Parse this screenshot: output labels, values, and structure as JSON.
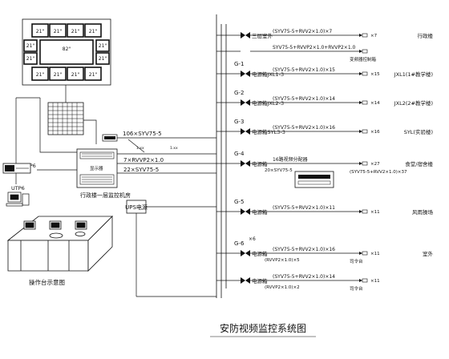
{
  "title": "安防视频监控系统图",
  "console_caption": "操作台示意图",
  "wall_screens": {
    "top_labels": [
      "21\"",
      "21\"",
      "21\"",
      "21\""
    ],
    "bottom_labels": [
      "21\"",
      "21\"",
      "21\"",
      "21\""
    ],
    "left_labels": [
      "21\"",
      "21\""
    ],
    "right_labels": [
      "21\"",
      "21\""
    ],
    "center_label": "82\""
  },
  "left_labels": {
    "utp_upper": "UTP6",
    "utp_lower": "UTP6",
    "cable_top": "106×SYV75-5",
    "cable_mid": "7×RVVP2×1.0",
    "cable_bottom": "22×SYV75-5",
    "room_label": "行政楼一层监控机房",
    "power_box": "UPS电源",
    "inner_label": "显示器"
  },
  "rows": [
    {
      "id": "G-top",
      "g_label": "",
      "box": "三层室外",
      "cable": "(SYV75-5+RVV2×1.0)×7",
      "subcable": "",
      "count": "×7",
      "sub": "",
      "destination": "行政楼"
    },
    {
      "id": "G-0",
      "g_label": "",
      "box": "",
      "cable": "SYV75-5+RVVP2×1.0+RVVP2×1.0",
      "subcable": "",
      "count": "",
      "sub": "变频器控制箱",
      "destination": ""
    },
    {
      "id": "G-1",
      "g_label": "G-1",
      "box": "电源箱JXL1-3",
      "cable": "(SYV75-5+RVV2×1.0)×15",
      "subcable": "",
      "count": "×15",
      "sub": "",
      "destination": "JXL1(1#教学楼)"
    },
    {
      "id": "G-2",
      "g_label": "G-2",
      "box": "电源箱JXL2-3",
      "cable": "(SYV75-5+RVV2×1.0)×14",
      "subcable": "",
      "count": "×14",
      "sub": "",
      "destination": "JXL2(2#教学楼)"
    },
    {
      "id": "G-3",
      "g_label": "G-3",
      "box": "电源箱SYL3-3",
      "cable": "(SYV75-5+RVV2×1.0)×16",
      "subcable": "",
      "count": "×16",
      "sub": "",
      "destination": "SYL(实验楼)"
    },
    {
      "id": "G-4",
      "g_label": "G-4",
      "box": "电源箱",
      "cable": "16路视频分配器",
      "subcable": "20×SYV75-5",
      "count": "×27",
      "sub": "(SYV75-5+RVV2×1.0)×37",
      "destination": "食堂/宿舍楼"
    },
    {
      "id": "G-5",
      "g_label": "G-5",
      "box": "电源箱",
      "cable": "(SYV75-5+RVV2×1.0)×11",
      "subcable": "",
      "count": "×11",
      "sub": "",
      "destination": "风雨操场"
    },
    {
      "id": "G-6",
      "g_label": "G-6",
      "box": "电源箱",
      "cable": "(SYV75-5+RVV2×1.0)×16",
      "subcable": "(RVVP2×1.0)×5",
      "count": "×11",
      "sub": "司令台",
      "destination": "室外"
    },
    {
      "id": "G-7",
      "g_label": "",
      "box": "电源箱",
      "cable": "(SYV75-5+RVV2×1.0)×14",
      "subcable": "(RVVP2×1.0)×2",
      "count": "×11",
      "sub": "司令台",
      "destination": ""
    }
  ],
  "g6_count": "×6"
}
